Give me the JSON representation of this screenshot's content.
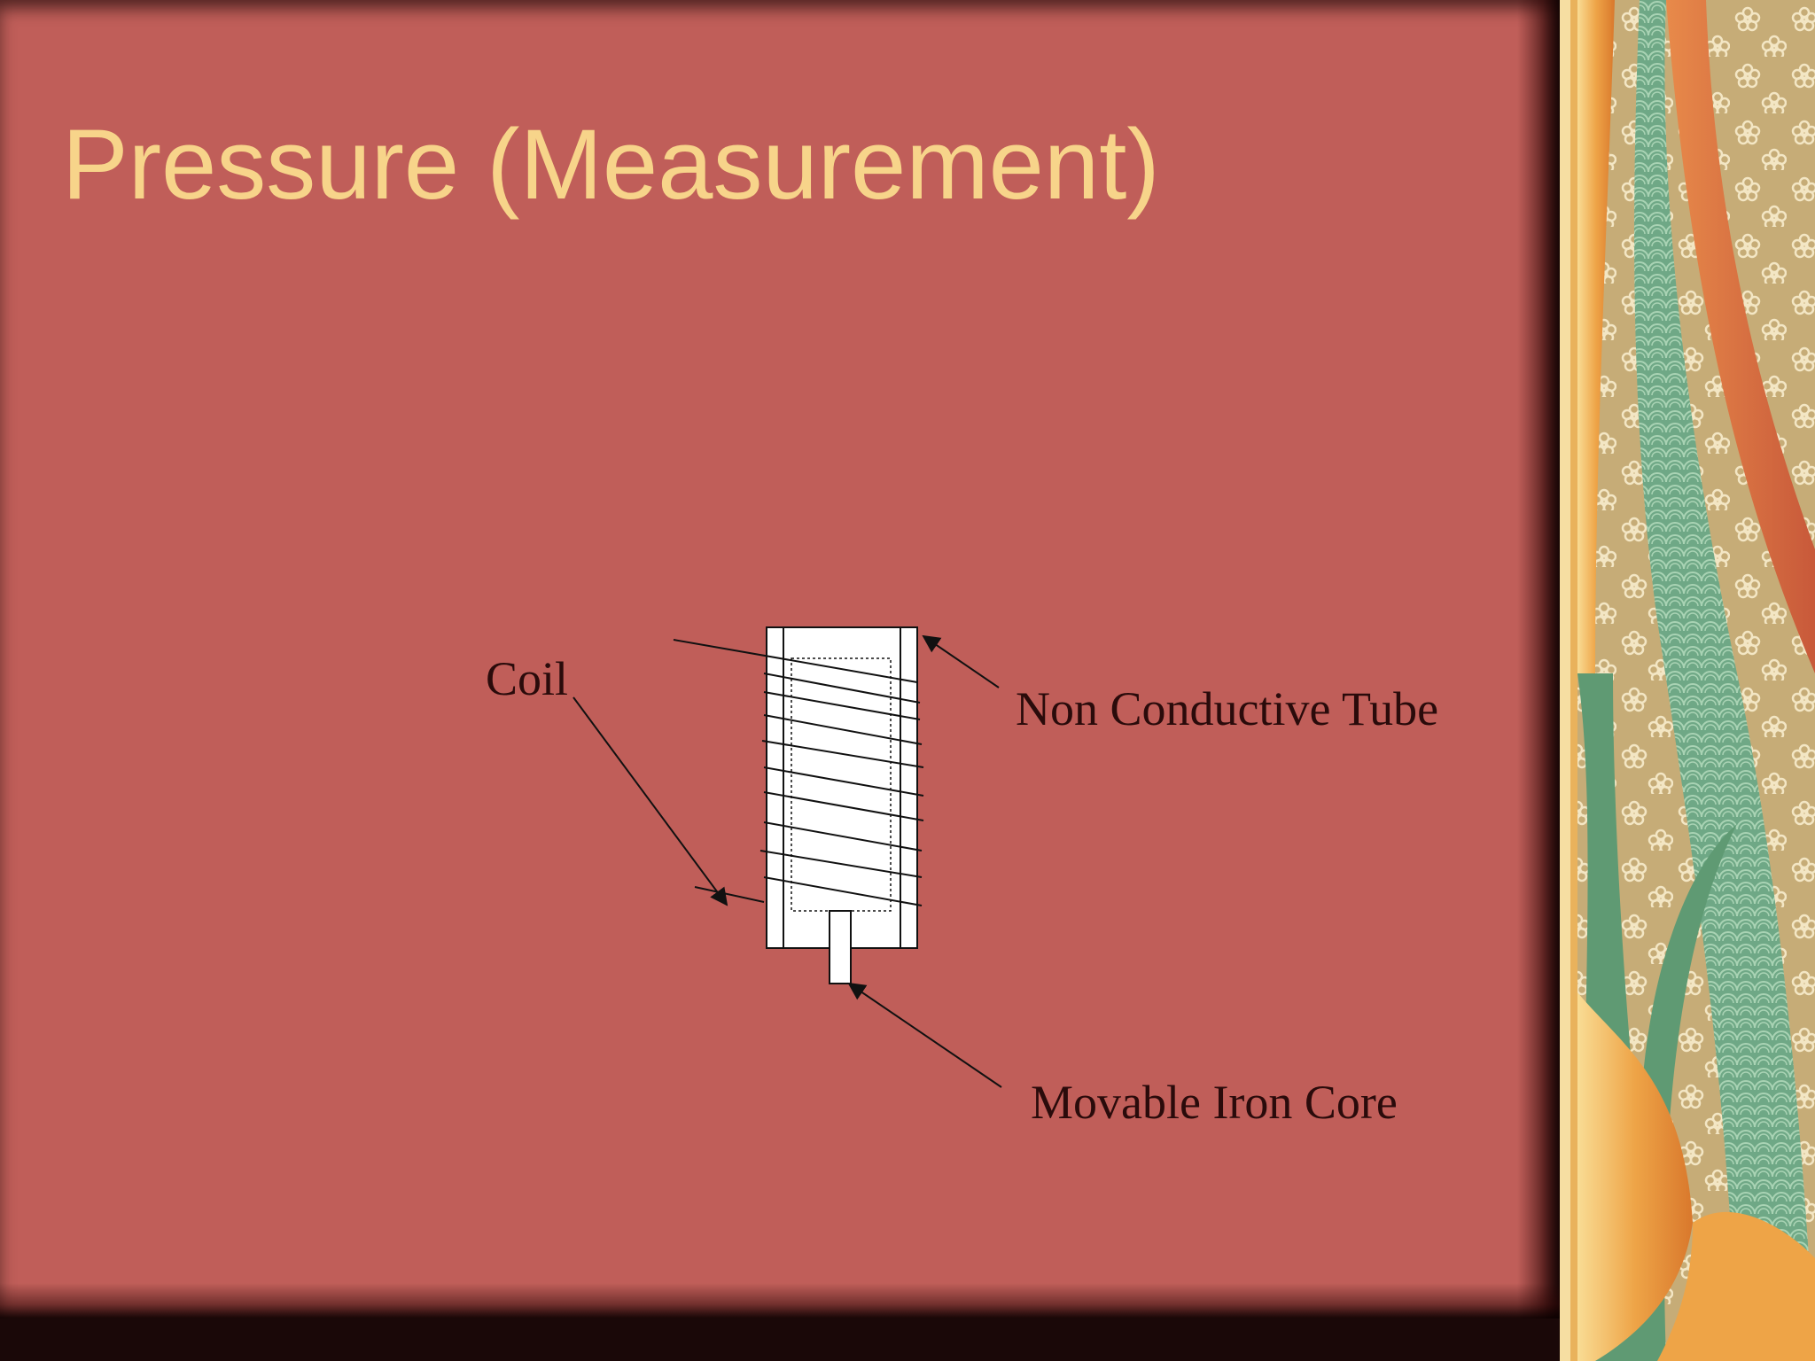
{
  "slide": {
    "title": "Pressure (Measurement)"
  },
  "diagram": {
    "labels": {
      "coil": "Coil",
      "tube": "Non Conductive Tube",
      "core": "Movable Iron Core"
    }
  },
  "colors": {
    "background": "#c05e59",
    "title": "#f7d48a",
    "label_text": "#2a0b0b",
    "line": "#111111",
    "tube_fill": "#ffffff",
    "frame_dark": "#120606"
  },
  "decoration": {
    "icons": [
      "flower-pattern-icon",
      "wave-pattern-icon"
    ]
  }
}
